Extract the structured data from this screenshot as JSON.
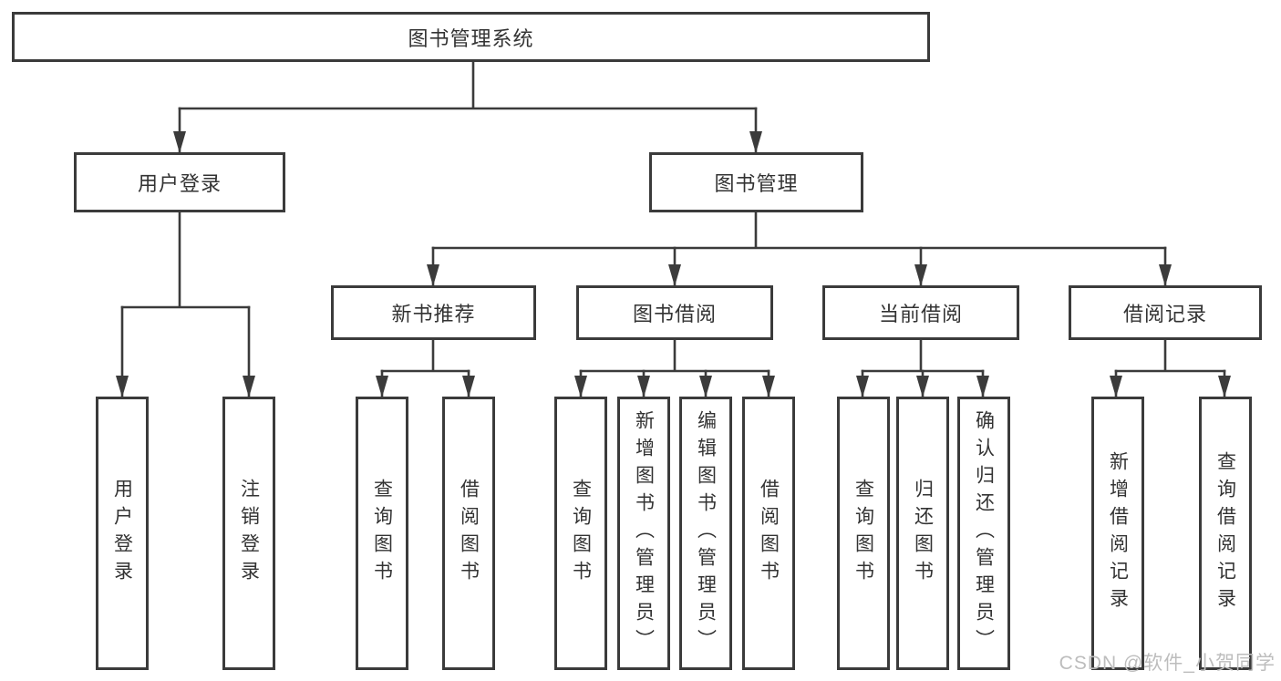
{
  "tree": {
    "label": "图书管理系统",
    "children": [
      {
        "label": "用户登录",
        "children": [
          {
            "label": "用户登录"
          },
          {
            "label": "注销登录"
          }
        ]
      },
      {
        "label": "图书管理",
        "children": [
          {
            "label": "新书推荐",
            "children": [
              {
                "label": "查询图书"
              },
              {
                "label": "借阅图书"
              }
            ]
          },
          {
            "label": "图书借阅",
            "children": [
              {
                "label": "查询图书"
              },
              {
                "label": "新增图书（管理员）"
              },
              {
                "label": "编辑图书（管理员）"
              },
              {
                "label": "借阅图书"
              }
            ]
          },
          {
            "label": "当前借阅",
            "children": [
              {
                "label": "查询图书"
              },
              {
                "label": "归还图书"
              },
              {
                "label": "确认归还（管理员）"
              }
            ]
          },
          {
            "label": "借阅记录",
            "children": [
              {
                "label": "新增借阅记录"
              },
              {
                "label": "查询借阅记录"
              }
            ]
          }
        ]
      }
    ]
  },
  "watermark": "CSDN @软件_小贺同学",
  "colors": {
    "line": "#3b3b3b",
    "text": "#333333",
    "watermark": "#bdbdbd",
    "background": "#ffffff"
  }
}
